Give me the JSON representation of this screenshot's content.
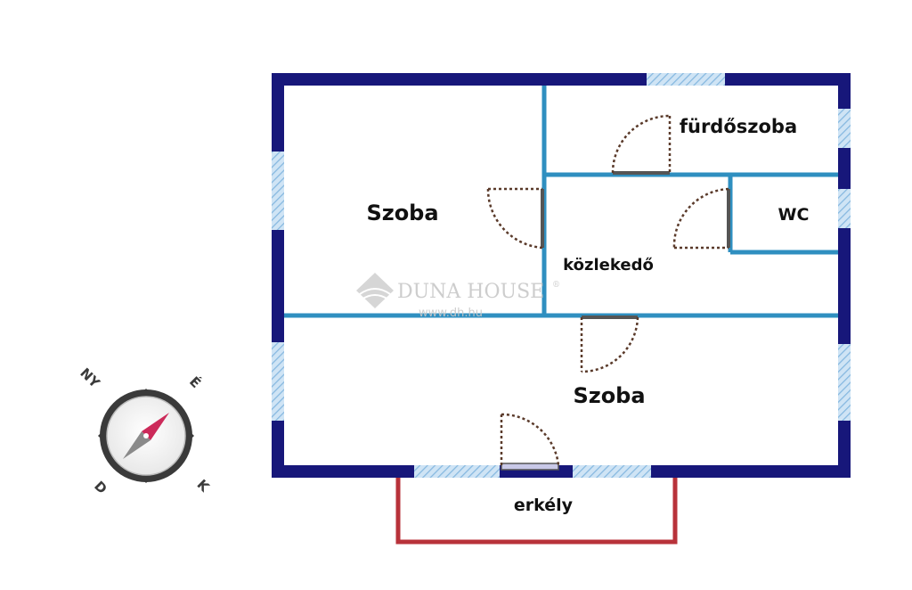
{
  "rooms": {
    "szoba_top": "Szoba",
    "furdoszoba": "fürdőszoba",
    "wc": "WC",
    "kozlekedo": "közlekedő",
    "szoba_bottom": "Szoba",
    "erkely": "erkély"
  },
  "watermark": {
    "brand": "DUNA HOUSE",
    "registered": "®",
    "url": "www.dh.hu"
  },
  "compass": {
    "ny": "NY",
    "e": "É",
    "d": "D",
    "k": "K"
  },
  "colors": {
    "outer_wall": "#17177a",
    "inner_wall": "#2f8fc0",
    "window": "#9fc9ea",
    "door_swing": "#5a3a2a",
    "balcony": "#b8323a",
    "compass_needle": "#cc2a5a",
    "compass_ring": "#3a3a3a"
  }
}
